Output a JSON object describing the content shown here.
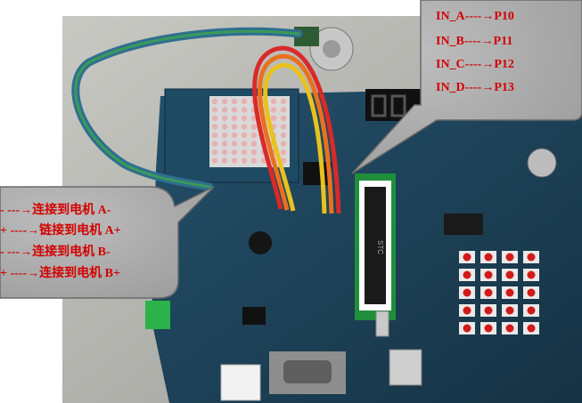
{
  "callout_right": {
    "lines": [
      "IN_A----→P10",
      "IN_B----→P11",
      "IN_C----→P12",
      "IN_D----→P13"
    ]
  },
  "callout_left": {
    "lines": [
      "-  ---→连接到电机 A-",
      "+ ----→链接到电机 A+",
      "-  ---→连接到电机 B-",
      "+ ----→连接到电机 B+"
    ]
  },
  "board": {
    "chip_label": "STC"
  },
  "colors": {
    "board": "#1c3f55",
    "callout_fill": "#a9a9a9",
    "callout_text": "#d40000"
  }
}
